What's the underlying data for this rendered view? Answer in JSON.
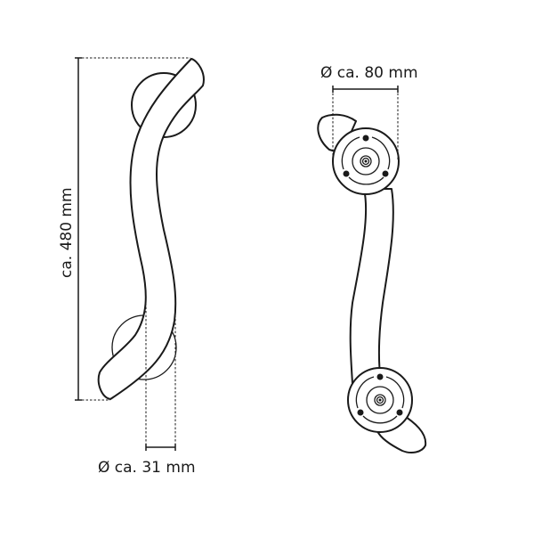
{
  "figure": {
    "subject": "S-shaped grab bar technical drawing",
    "views": {
      "side": {
        "name": "side-view",
        "height_label": "ca. 480 mm",
        "tube_diameter_label": "Ø ca. 31 mm"
      },
      "front": {
        "name": "front-view",
        "rosette_diameter_label": "Ø ca. 80 mm",
        "rosette_screw_holes": 3
      }
    },
    "colors": {
      "line": "#1a1a1a",
      "background": "#ffffff"
    }
  }
}
